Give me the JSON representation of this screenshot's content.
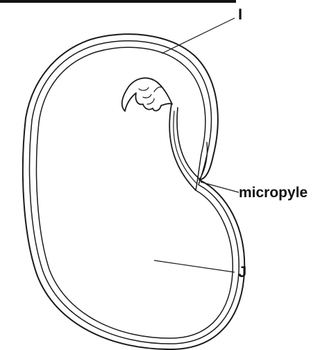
{
  "labels": {
    "i": "I",
    "micropyle": "micropyle",
    "j": "J"
  },
  "colors": {
    "line": "#1a1a1a",
    "background": "#ffffff"
  }
}
